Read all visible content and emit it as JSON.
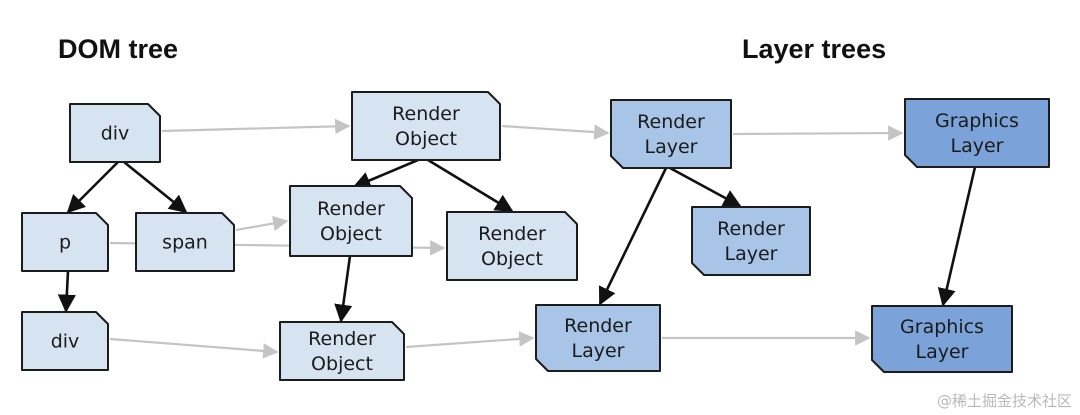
{
  "headings": {
    "dom_tree": "DOM tree",
    "layer_trees": "Layer trees"
  },
  "colors": {
    "dom_fill": "#d6e3f1",
    "render_object_fill": "#d6e3f1",
    "render_layer_fill": "#a8c4e7",
    "graphics_layer_fill": "#7ba3d9",
    "node_stroke": "#1c1c1c",
    "ownership_edge": "#111111",
    "mapping_edge": "#c4c4c4"
  },
  "nodes": {
    "dom_div_1": {
      "lines": [
        "div"
      ],
      "kind": "dom"
    },
    "dom_p": {
      "lines": [
        "p"
      ],
      "kind": "dom"
    },
    "dom_span": {
      "lines": [
        "span"
      ],
      "kind": "dom"
    },
    "dom_div_2": {
      "lines": [
        "div"
      ],
      "kind": "dom"
    },
    "render_object_1": {
      "lines": [
        "Render",
        "Object"
      ],
      "kind": "render_object"
    },
    "render_object_2": {
      "lines": [
        "Render",
        "Object"
      ],
      "kind": "render_object"
    },
    "render_object_3": {
      "lines": [
        "Render",
        "Object"
      ],
      "kind": "render_object"
    },
    "render_object_4": {
      "lines": [
        "Render",
        "Object"
      ],
      "kind": "render_object"
    },
    "render_layer_1": {
      "lines": [
        "Render",
        "Layer"
      ],
      "kind": "render_layer"
    },
    "render_layer_2": {
      "lines": [
        "Render",
        "Layer"
      ],
      "kind": "render_layer"
    },
    "render_layer_3": {
      "lines": [
        "Render",
        "Layer"
      ],
      "kind": "render_layer"
    },
    "graphics_layer_1": {
      "lines": [
        "Graphics",
        "Layer"
      ],
      "kind": "graphics_layer"
    },
    "graphics_layer_2": {
      "lines": [
        "Graphics",
        "Layer"
      ],
      "kind": "graphics_layer"
    }
  },
  "edges": [
    {
      "from": "dom_div_1",
      "to": "dom_p",
      "style": "ownership"
    },
    {
      "from": "dom_div_1",
      "to": "dom_span",
      "style": "ownership"
    },
    {
      "from": "dom_p",
      "to": "dom_div_2",
      "style": "ownership"
    },
    {
      "from": "render_object_1",
      "to": "render_object_2",
      "style": "ownership"
    },
    {
      "from": "render_object_1",
      "to": "render_object_3",
      "style": "ownership"
    },
    {
      "from": "render_object_2",
      "to": "render_object_4",
      "style": "ownership"
    },
    {
      "from": "render_layer_1",
      "to": "render_layer_2",
      "style": "ownership"
    },
    {
      "from": "render_layer_1",
      "to": "render_layer_3",
      "style": "ownership"
    },
    {
      "from": "graphics_layer_1",
      "to": "graphics_layer_2",
      "style": "ownership"
    },
    {
      "from": "dom_div_1",
      "to": "render_object_1",
      "style": "mapping"
    },
    {
      "from": "dom_span",
      "to": "render_object_2",
      "style": "mapping"
    },
    {
      "from": "dom_p",
      "to": "render_object_3",
      "style": "mapping"
    },
    {
      "from": "dom_div_2",
      "to": "render_object_4",
      "style": "mapping"
    },
    {
      "from": "render_object_1",
      "to": "render_layer_1",
      "style": "mapping"
    },
    {
      "from": "render_object_4",
      "to": "render_layer_3",
      "style": "mapping"
    },
    {
      "from": "render_layer_1",
      "to": "graphics_layer_1",
      "style": "mapping"
    },
    {
      "from": "render_layer_3",
      "to": "graphics_layer_2",
      "style": "mapping"
    }
  ],
  "watermark": "@稀土掘金技术社区"
}
